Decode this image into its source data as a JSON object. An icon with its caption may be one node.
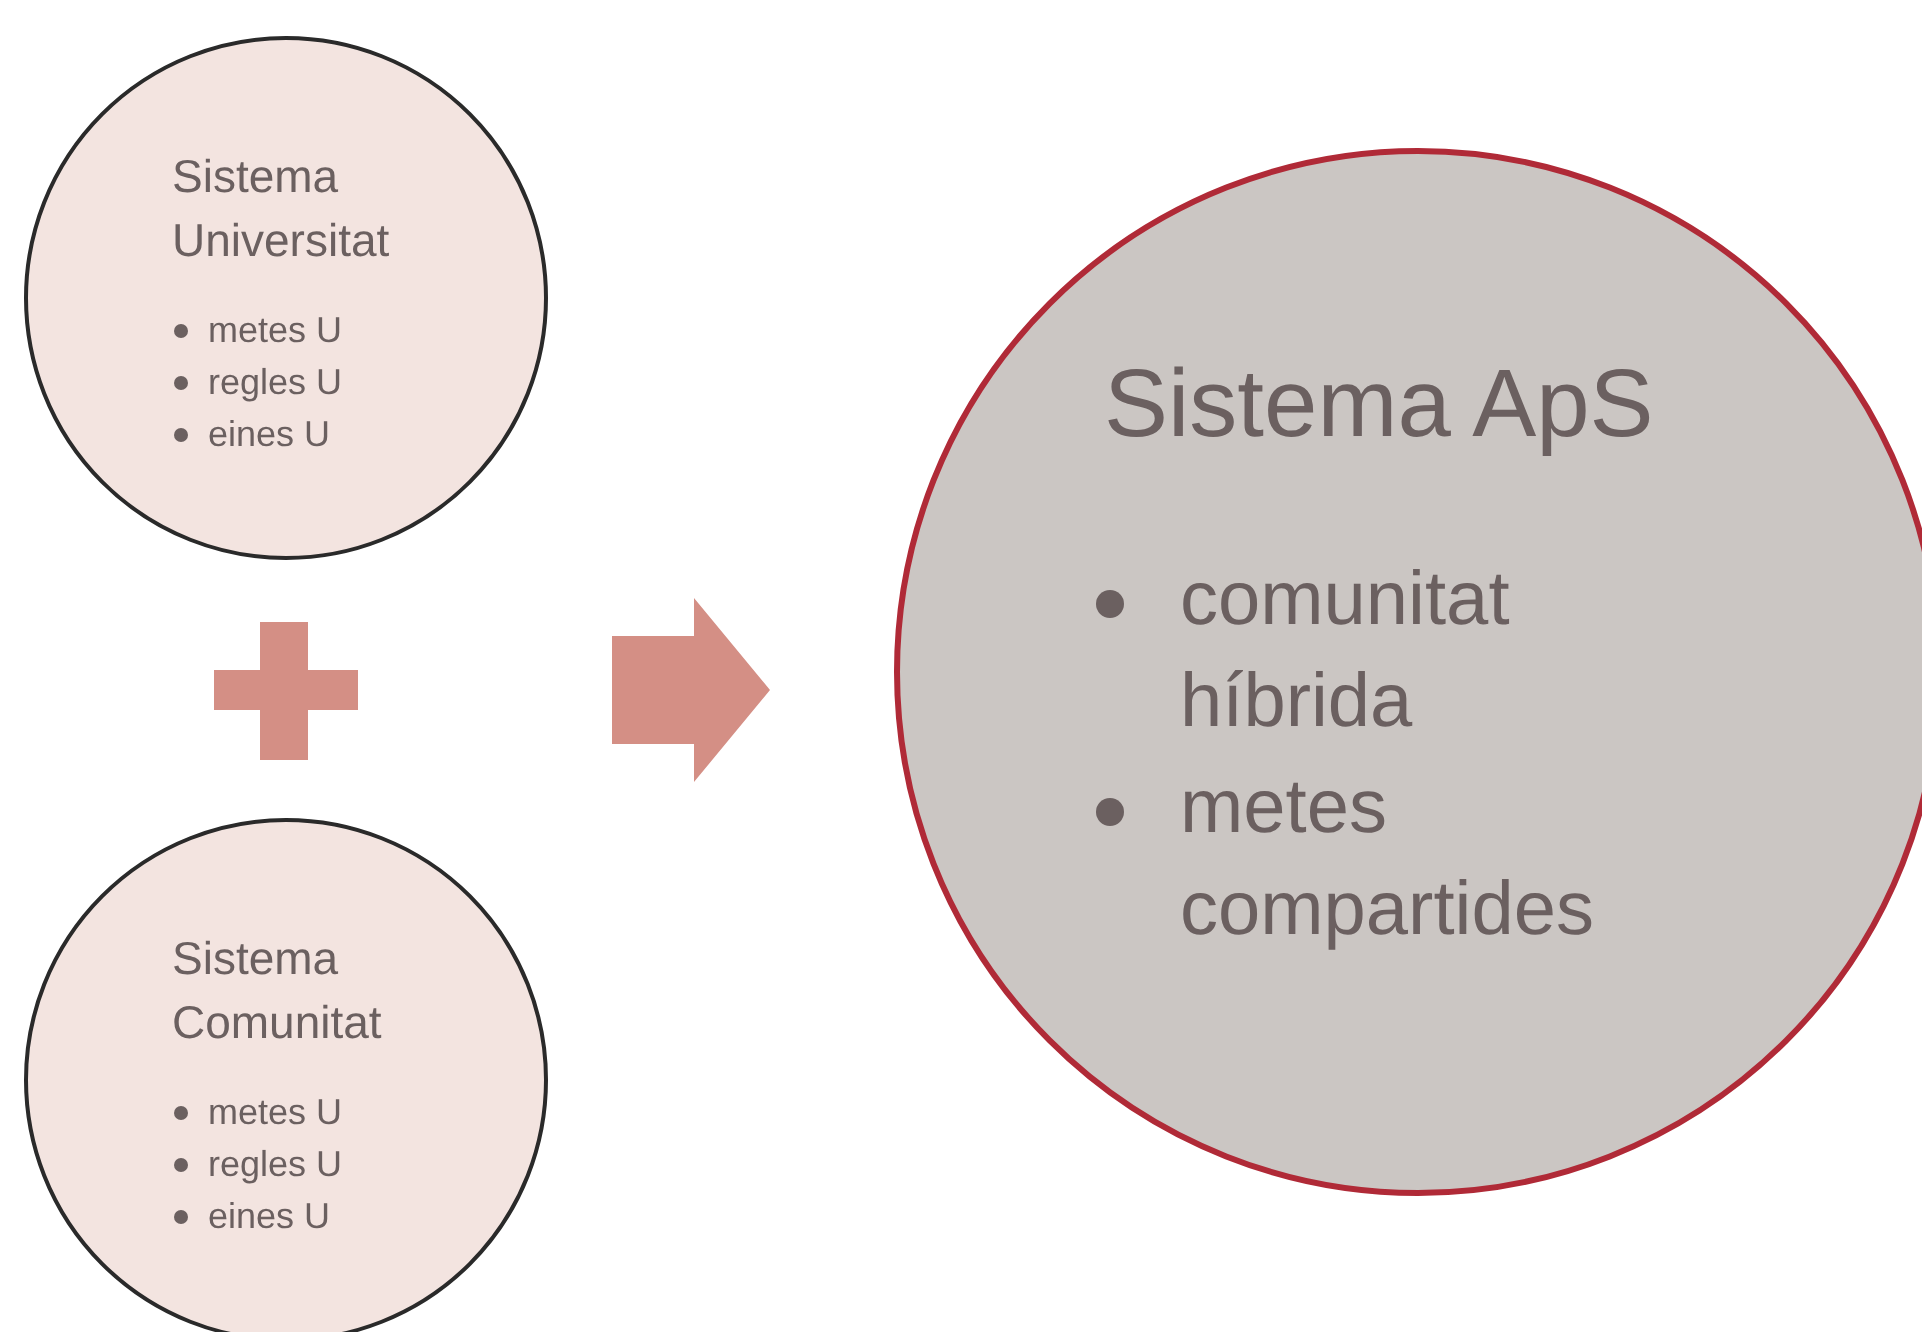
{
  "diagram": {
    "nodes": [
      {
        "text": [
          "Sistema Universitat",
          "metes U",
          "regles U",
          "eines U"
        ]
      },
      {
        "text": [
          "Sistema Comunitat",
          "metes U",
          "regles U",
          "eines U"
        ]
      },
      {
        "text": [
          "Sistema ApS",
          "comunitat híbrida",
          "metes compartides"
        ]
      }
    ],
    "edges": [
      {
        "from": 0,
        "to": 2,
        "arrow": "to"
      },
      {
        "from": 1,
        "to": 2,
        "arrow": "to"
      }
    ]
  }
}
